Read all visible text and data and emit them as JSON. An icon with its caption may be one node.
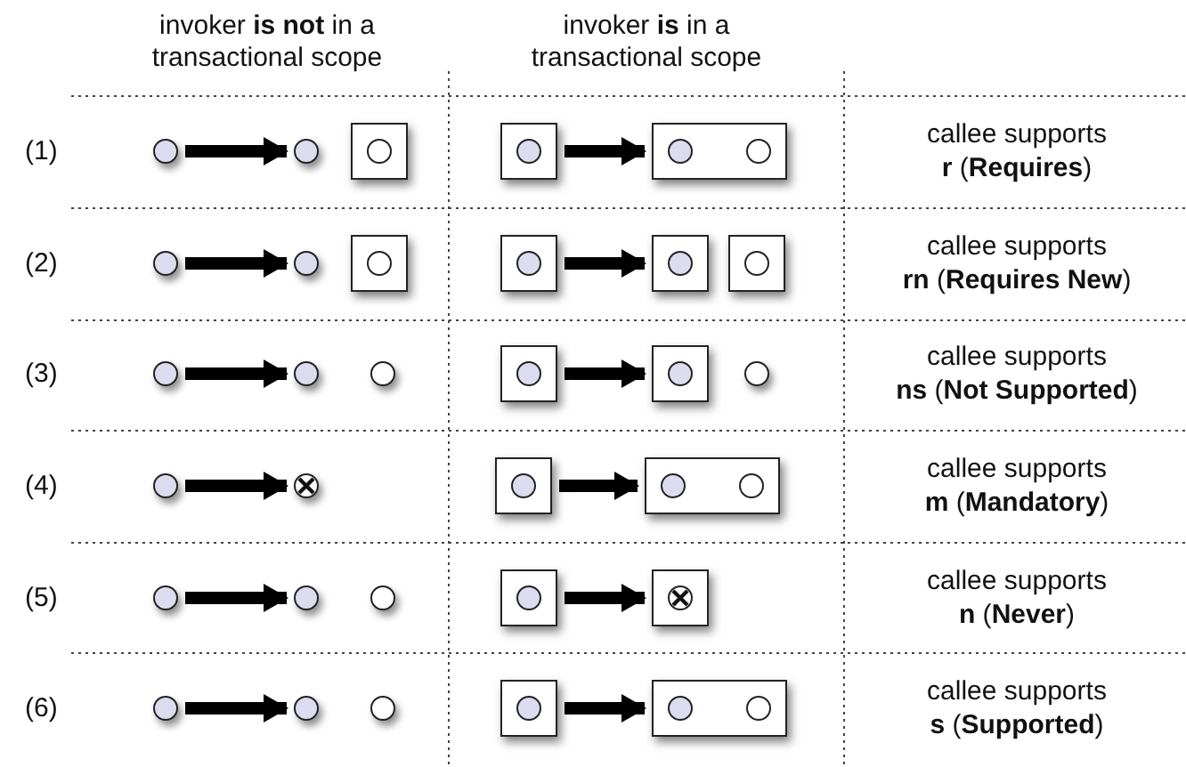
{
  "diagram": {
    "nodes": [
      {
        "text": [],
        "shape": "dot"
      },
      {
        "text": [],
        "shape": "dot"
      },
      {
        "text": [],
        "shape": "box"
      },
      {
        "text": [],
        "shape": "circle",
        "in": 2
      },
      {
        "text": [],
        "shape": "box"
      },
      {
        "text": [],
        "shape": "dot",
        "in": 4
      },
      {
        "text": [],
        "shape": "box"
      },
      {
        "text": [],
        "shape": "dot",
        "in": 6
      },
      {
        "text": [],
        "shape": "circle",
        "in": 6
      },
      {
        "text": [],
        "shape": "dot"
      },
      {
        "text": [],
        "shape": "dot"
      },
      {
        "text": [],
        "shape": "box"
      },
      {
        "text": [],
        "shape": "circle",
        "in": 11
      },
      {
        "text": [],
        "shape": "box"
      },
      {
        "text": [],
        "shape": "dot",
        "in": 13
      },
      {
        "text": [],
        "shape": "box"
      },
      {
        "text": [],
        "shape": "dot",
        "in": 15
      },
      {
        "text": [],
        "shape": "box"
      },
      {
        "text": [],
        "shape": "circle",
        "in": 17
      },
      {
        "text": [],
        "shape": "dot"
      },
      {
        "text": [],
        "shape": "dot"
      },
      {
        "text": [],
        "shape": "circle"
      },
      {
        "text": [],
        "shape": "box"
      },
      {
        "text": [],
        "shape": "dot",
        "in": 22
      },
      {
        "text": [],
        "shape": "box"
      },
      {
        "text": [],
        "shape": "dot",
        "in": 24
      },
      {
        "text": [],
        "shape": "circle"
      },
      {
        "text": [],
        "shape": "dot"
      },
      {
        "text": [],
        "shape": "cross"
      },
      {
        "text": [],
        "shape": "box"
      },
      {
        "text": [],
        "shape": "dot",
        "in": 29
      },
      {
        "text": [],
        "shape": "box"
      },
      {
        "text": [],
        "shape": "dot",
        "in": 31
      },
      {
        "text": [],
        "shape": "circle",
        "in": 31
      },
      {
        "text": [],
        "shape": "dot"
      },
      {
        "text": [],
        "shape": "dot"
      },
      {
        "text": [],
        "shape": "circle"
      },
      {
        "text": [],
        "shape": "box"
      },
      {
        "text": [],
        "shape": "dot",
        "in": 37
      },
      {
        "text": [],
        "shape": "box"
      },
      {
        "text": [],
        "shape": "cross",
        "in": 39
      },
      {
        "text": [],
        "shape": "dot"
      },
      {
        "text": [],
        "shape": "dot"
      },
      {
        "text": [],
        "shape": "circle"
      },
      {
        "text": [],
        "shape": "box"
      },
      {
        "text": [],
        "shape": "dot",
        "in": 44
      },
      {
        "text": [],
        "shape": "box"
      },
      {
        "text": [],
        "shape": "dot",
        "in": 46
      },
      {
        "text": [],
        "shape": "circle",
        "in": 46
      }
    ],
    "edges": [
      {
        "from": 0,
        "to": 1,
        "arrow": "to"
      },
      {
        "from": 4,
        "to": 6,
        "arrow": "to"
      },
      {
        "from": 9,
        "to": 10,
        "arrow": "to"
      },
      {
        "from": 13,
        "to": 15,
        "arrow": "to"
      },
      {
        "from": 19,
        "to": 20,
        "arrow": "to"
      },
      {
        "from": 22,
        "to": 24,
        "arrow": "to"
      },
      {
        "from": 27,
        "to": 28,
        "arrow": "to"
      },
      {
        "from": 29,
        "to": 31,
        "arrow": "to"
      },
      {
        "from": 34,
        "to": 35,
        "arrow": "to"
      },
      {
        "from": 37,
        "to": 39,
        "arrow": "to"
      },
      {
        "from": 41,
        "to": 42,
        "arrow": "to"
      },
      {
        "from": 44,
        "to": 46,
        "arrow": "to"
      }
    ],
    "labels": [
      "invoker **is not** in a transactional scope",
      "invoker **is** in a transactional scope",
      "(1)",
      "callee supports",
      "**r** (**Requires**)",
      "(2)",
      "callee supports",
      "**rn** (**Requires New**)",
      "(3)",
      "callee supports",
      "**ns** (**Not Supported**)",
      "(4)",
      "callee supports",
      "**m** (**Mandatory**)",
      "(5)",
      "callee supports",
      "**n** (**Never**)",
      "(6)",
      "callee supports",
      "**s** (**Supported**)"
    ]
  }
}
